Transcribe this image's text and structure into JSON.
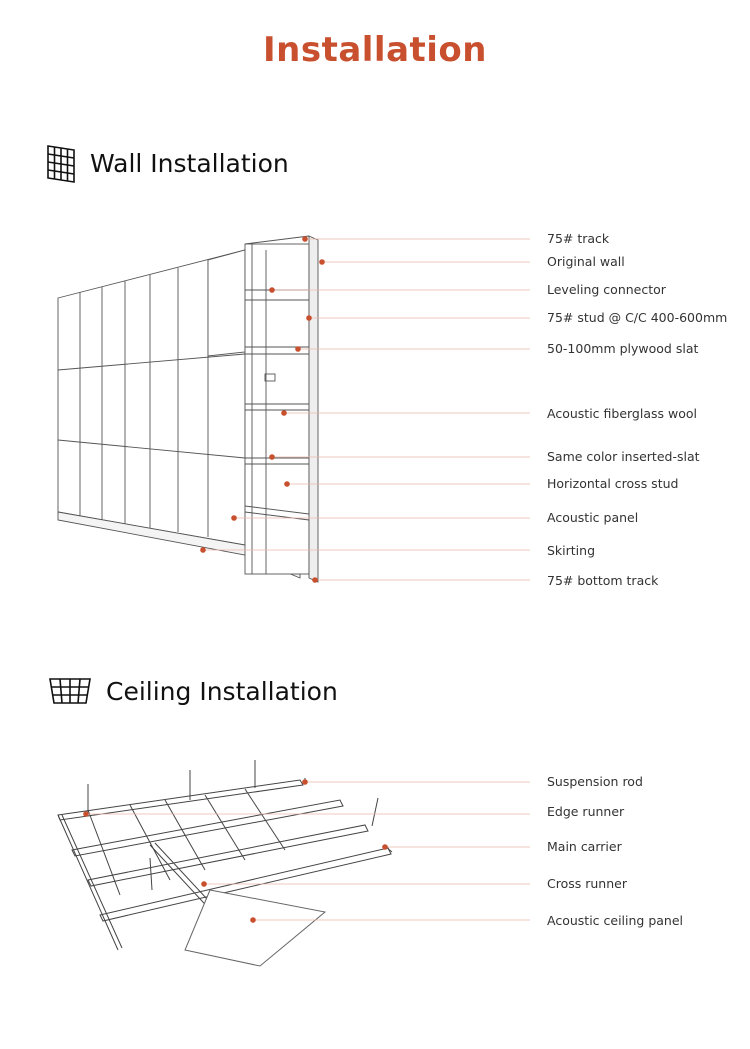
{
  "page": {
    "title": "Installation",
    "accent_color": "#c8502e"
  },
  "wall": {
    "heading": "Wall Installation",
    "icon": "wall-grid-icon",
    "labels": [
      "75# track",
      "Original wall",
      "Leveling connector",
      "75# stud @ C/C 400-600mm",
      "50-100mm plywood slat",
      "Acoustic fiberglass wool",
      "Same color inserted-slat",
      "Horizontal cross stud",
      "Acoustic panel",
      "Skirting",
      "75# bottom track"
    ]
  },
  "ceiling": {
    "heading": "Ceiling Installation",
    "icon": "ceiling-grid-icon",
    "labels": [
      "Suspension rod",
      "Edge runner",
      "Main carrier",
      "Cross runner",
      "Acoustic ceiling panel"
    ]
  }
}
